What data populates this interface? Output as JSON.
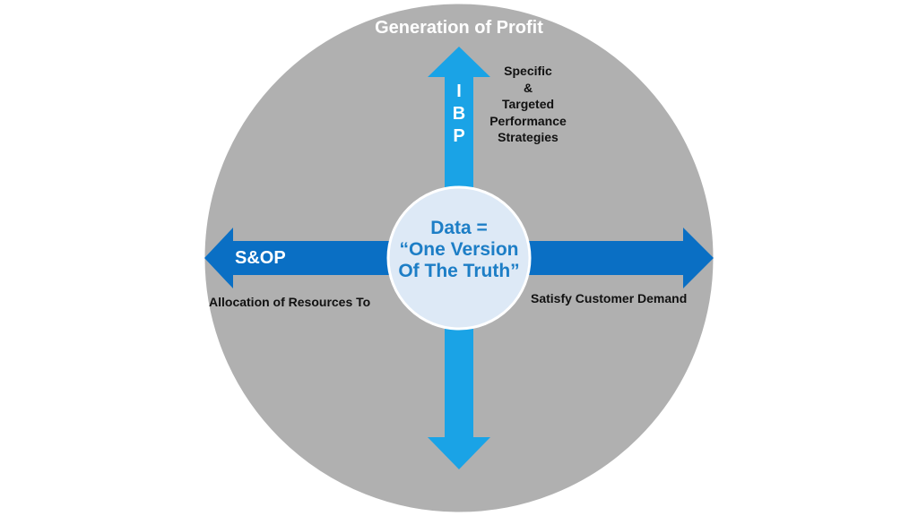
{
  "diagram": {
    "title": "Generation of Profit",
    "ibp_letters": [
      "I",
      "B",
      "P"
    ],
    "strategies_lines": [
      "Specific",
      "&",
      "Targeted",
      "Performance",
      "Strategies"
    ],
    "sop_label": "S&OP",
    "allocation_label": "Allocation of Resources To",
    "satisfy_label": "Satisfy Customer Demand",
    "center_lines": [
      "Data =",
      "“One Version",
      "Of The Truth”"
    ]
  },
  "colors": {
    "outer_circle": "#b0b0b0",
    "outer_circle_stroke": "#ffffff",
    "vertical_arrow": "#1aa3e6",
    "horizontal_arrow": "#0a6fc4",
    "center_circle": "#dde9f6",
    "center_text": "#1d7ec6"
  }
}
